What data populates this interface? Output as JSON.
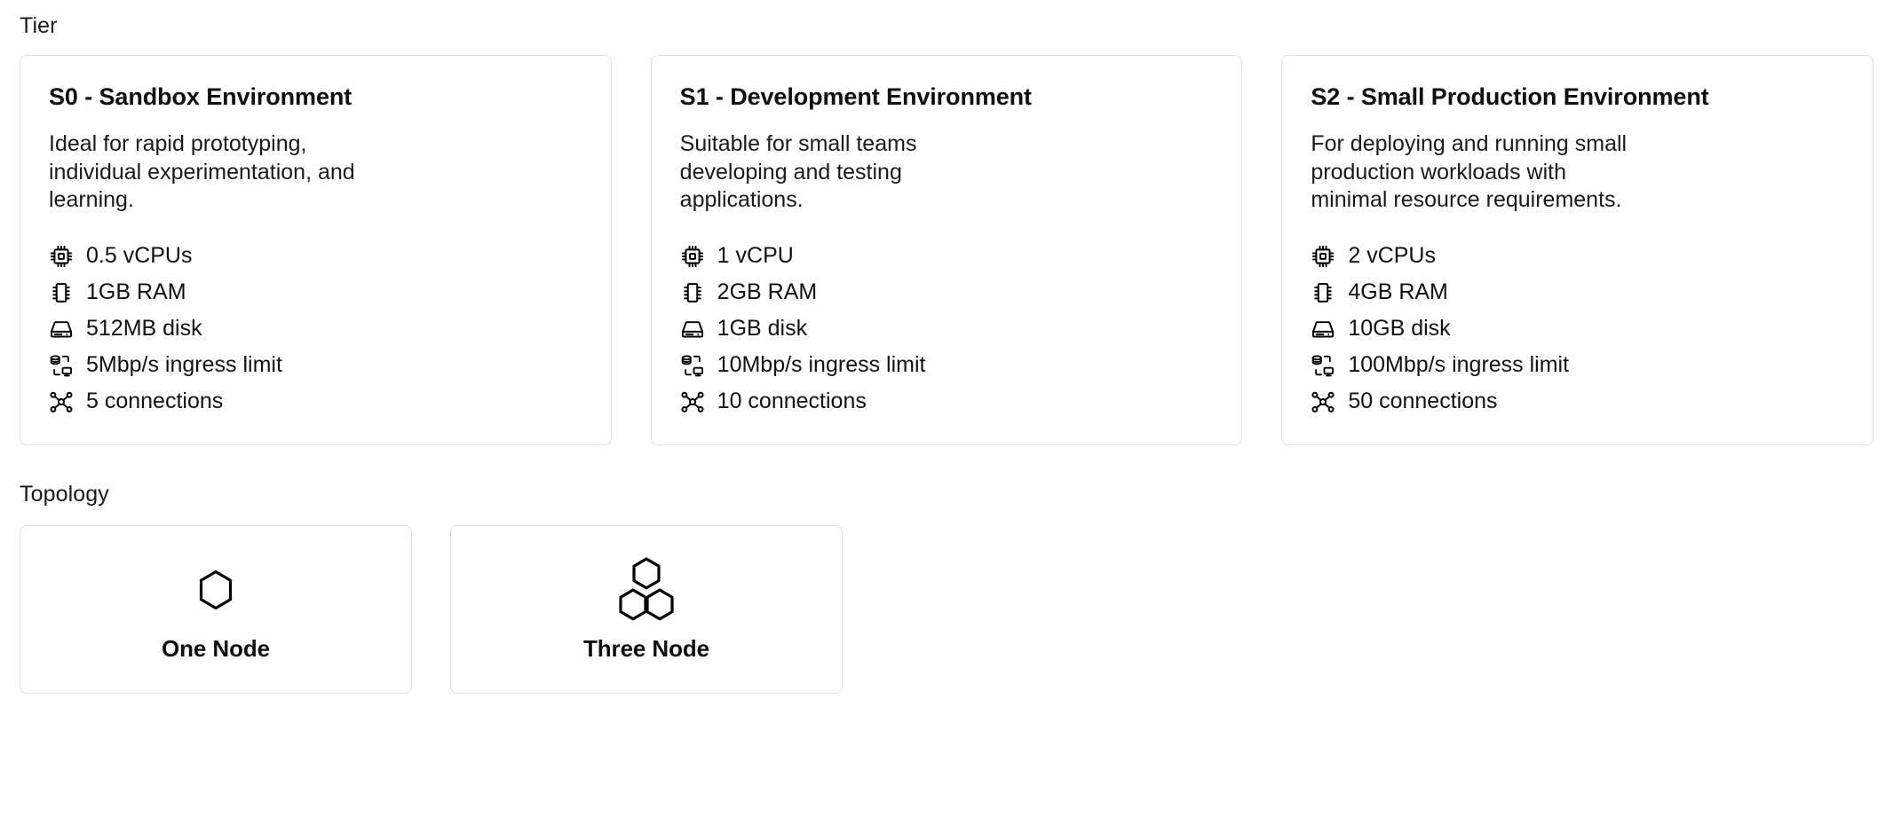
{
  "sections": {
    "tier_label": "Tier",
    "topology_label": "Topology"
  },
  "theme": {
    "card_border": "#dbe2e6",
    "card_background": "#ffffff",
    "text_color": "#111111",
    "page_background": "#ffffff"
  },
  "tiers": [
    {
      "id": "s0",
      "title": "S0 - Sandbox Environment",
      "description": "Ideal for rapid prototyping, individual experimentation, and learning.",
      "specs": [
        {
          "icon": "cpu-icon",
          "text": "0.5 vCPUs"
        },
        {
          "icon": "memory-icon",
          "text": "1GB RAM"
        },
        {
          "icon": "disk-icon",
          "text": "512MB disk"
        },
        {
          "icon": "network-ingress-icon",
          "text": "5Mbp/s ingress limit"
        },
        {
          "icon": "connections-icon",
          "text": "5 connections"
        }
      ]
    },
    {
      "id": "s1",
      "title": "S1 - Development Environment",
      "description": "Suitable for small teams developing and testing applications.",
      "specs": [
        {
          "icon": "cpu-icon",
          "text": "1 vCPU"
        },
        {
          "icon": "memory-icon",
          "text": "2GB RAM"
        },
        {
          "icon": "disk-icon",
          "text": "1GB disk"
        },
        {
          "icon": "network-ingress-icon",
          "text": "10Mbp/s ingress limit"
        },
        {
          "icon": "connections-icon",
          "text": "10 connections"
        }
      ]
    },
    {
      "id": "s2",
      "title": "S2 - Small Production Environment",
      "description": "For deploying and running small production workloads with minimal resource requirements.",
      "specs": [
        {
          "icon": "cpu-icon",
          "text": "2 vCPUs"
        },
        {
          "icon": "memory-icon",
          "text": "4GB RAM"
        },
        {
          "icon": "disk-icon",
          "text": "10GB disk"
        },
        {
          "icon": "network-ingress-icon",
          "text": "100Mbp/s ingress limit"
        },
        {
          "icon": "connections-icon",
          "text": "50 connections"
        }
      ]
    }
  ],
  "topologies": [
    {
      "id": "one-node",
      "label": "One Node",
      "icon": "single-hexagon-icon"
    },
    {
      "id": "three-node",
      "label": "Three Node",
      "icon": "triple-hexagon-icon"
    }
  ]
}
